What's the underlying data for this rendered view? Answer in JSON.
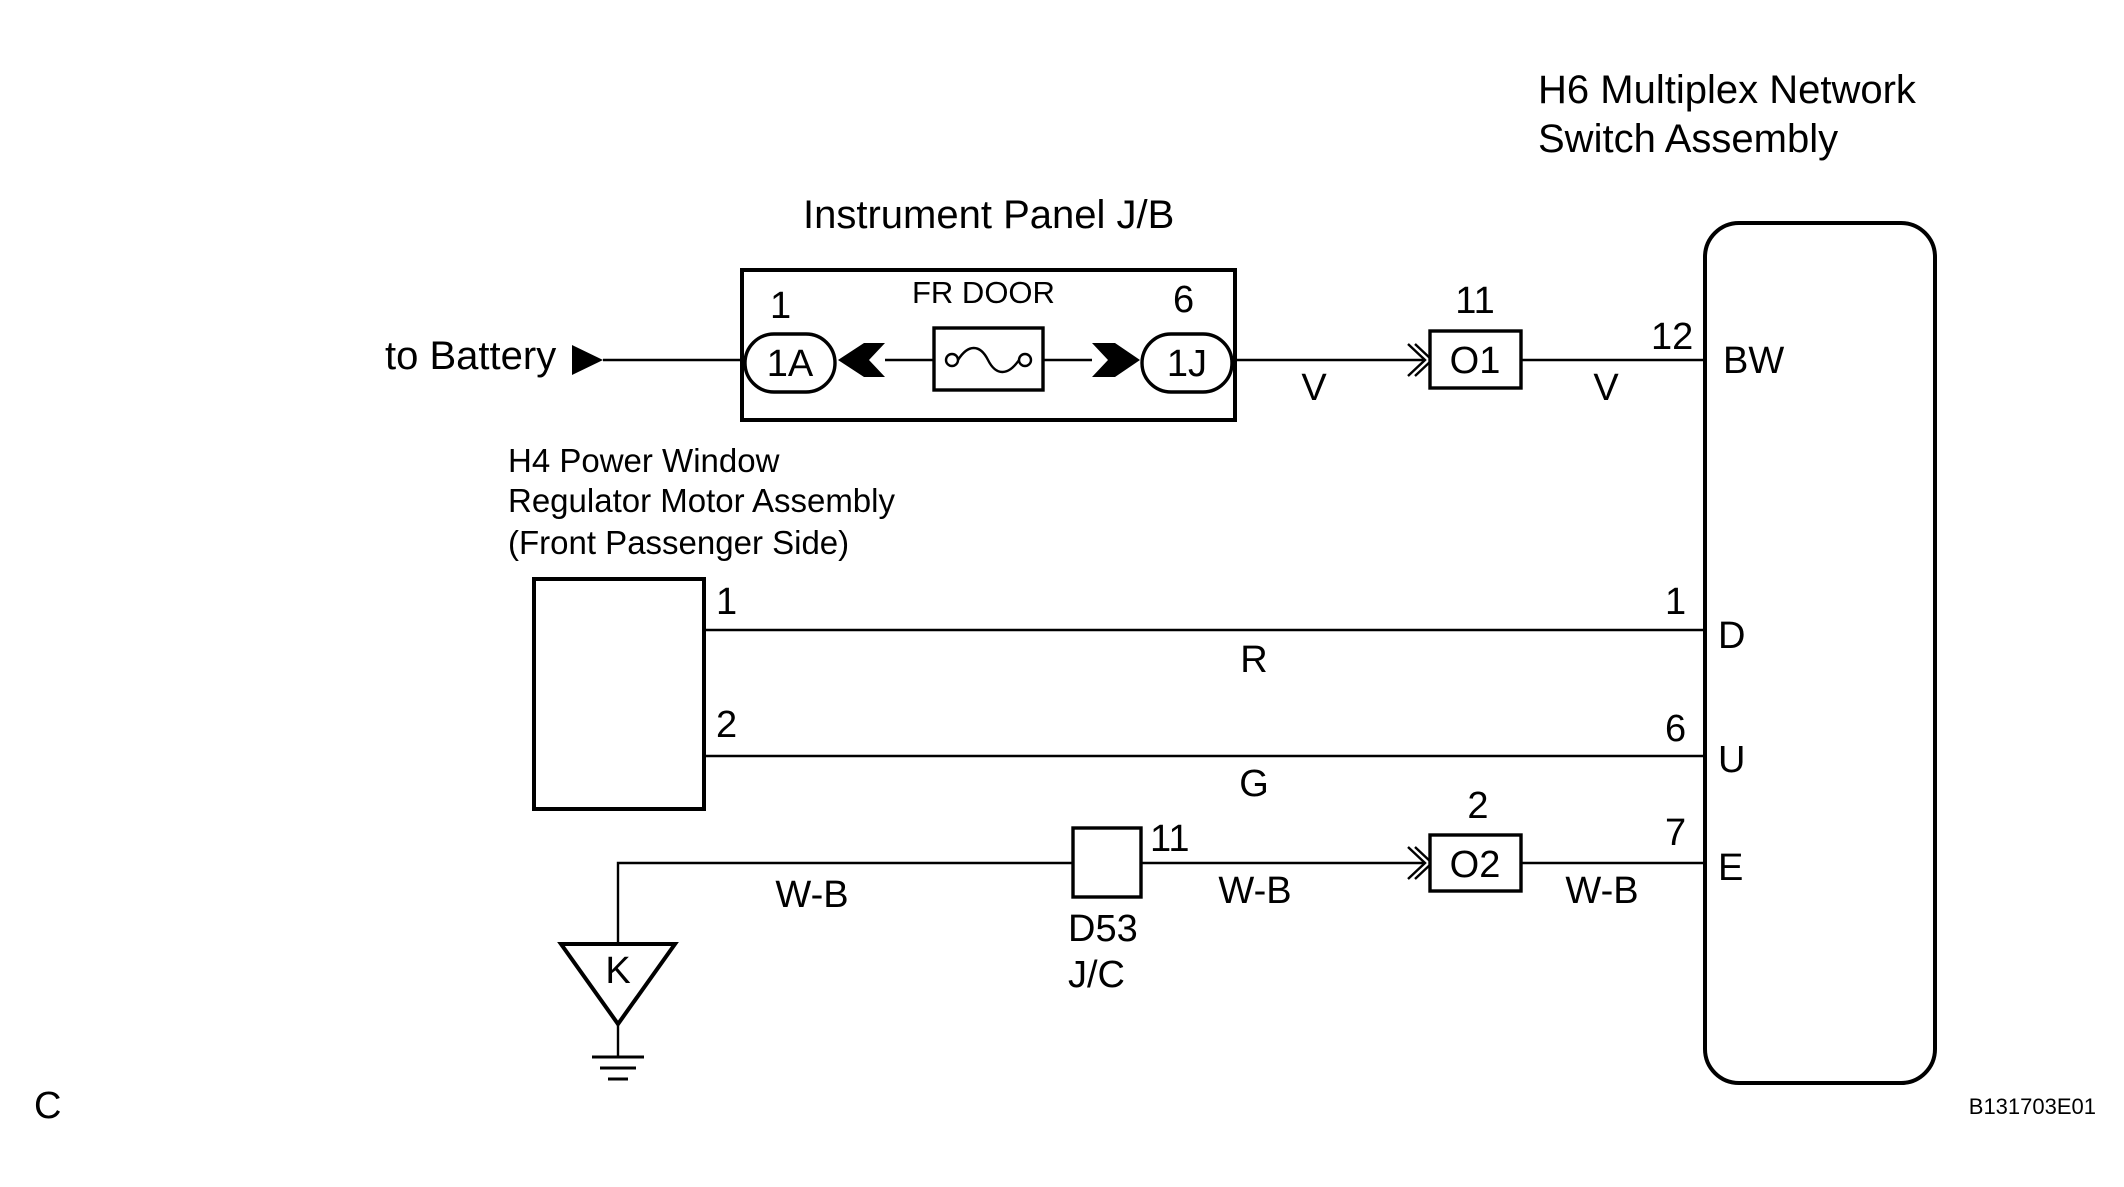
{
  "components": {
    "h6": {
      "title_line1": "H6 Multiplex Network",
      "title_line2": "Switch Assembly"
    },
    "jb": {
      "title": "Instrument Panel J/B",
      "fuse_label": "FR DOOR"
    },
    "h4": {
      "title_line1": "H4 Power Window",
      "title_line2": "Regulator Motor Assembly",
      "title_line3": "(Front Passenger Side)"
    },
    "jc": {
      "code": "D53",
      "type": "J/C"
    }
  },
  "battery": {
    "label": "to Battery"
  },
  "connectors": {
    "jb_left": {
      "id": "1A",
      "pin": "1"
    },
    "jb_right": {
      "id": "1J",
      "pin": "6"
    },
    "o1": {
      "id": "O1",
      "pin": "11"
    },
    "o2": {
      "id": "O2",
      "pin": "2"
    },
    "d53_pin": "11"
  },
  "h4_pins": {
    "p1": "1",
    "p2": "2"
  },
  "h6_pins": {
    "bw": {
      "num": "12",
      "name": "BW"
    },
    "d": {
      "num": "1",
      "name": "D"
    },
    "u": {
      "num": "6",
      "name": "U"
    },
    "e": {
      "num": "7",
      "name": "E"
    }
  },
  "wires": {
    "v1": "V",
    "v2": "V",
    "r": "R",
    "g": "G",
    "wb1": "W-B",
    "wb2": "W-B",
    "wb3": "W-B"
  },
  "ground": {
    "label": "K"
  },
  "page": {
    "corner": "C",
    "code": "B131703E01"
  }
}
